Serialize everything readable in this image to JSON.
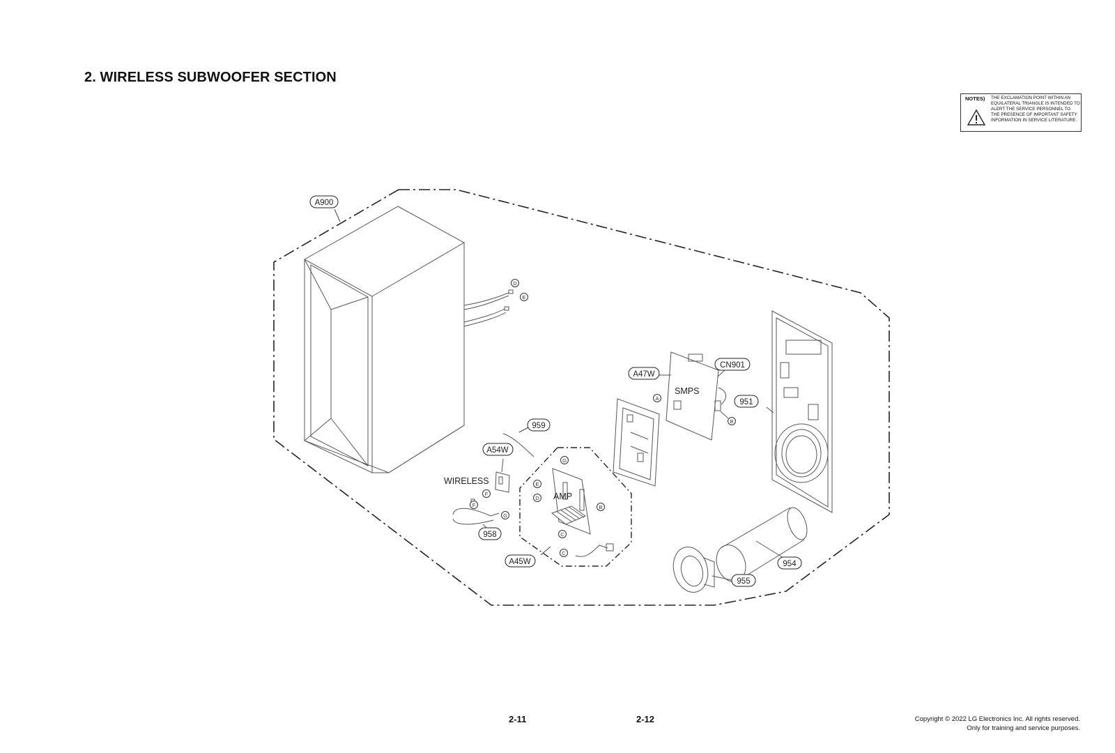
{
  "page": {
    "title": "2. WIRELESS SUBWOOFER SECTION",
    "page_left": "2-11",
    "page_right": "2-12",
    "copyright_line1": "Copyright © 2022 LG Electronics Inc. All rights reserved.",
    "copyright_line2": "Only for training and service purposes."
  },
  "notes": {
    "label": "NOTES)",
    "text": "THE EXCLAMATION POINT WITHIN AN EQUILATERAL TRIANGLE IS INTENDED TO ALERT THE SERVICE PERSONNEL TO THE PRESENCE OF IMPORTANT SAFETY INFORMATION IN SERVICE LITERATURE.",
    "icon": "warning-triangle-icon"
  },
  "diagram": {
    "part_labels": {
      "a900": "A900",
      "a47w": "A47W",
      "cn901": "CN901",
      "p951": "951",
      "p959": "959",
      "a54w": "A54W",
      "p958": "958",
      "a45w": "A45W",
      "p954": "954",
      "p955": "955"
    },
    "board_labels": {
      "smps": "SMPS",
      "wireless": "WIRELESS",
      "amp": "AMP"
    },
    "connectors": {
      "a": "A",
      "b": "B",
      "c": "C",
      "d": "D",
      "e": "E",
      "f": "F",
      "g": "G"
    }
  }
}
